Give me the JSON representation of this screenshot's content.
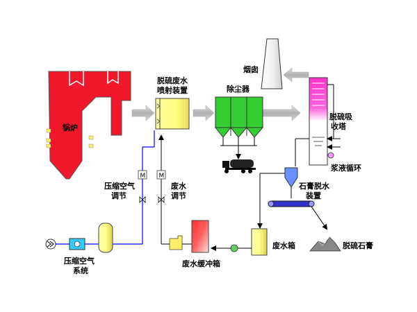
{
  "labels": {
    "boiler": "锅炉",
    "spray_line1": "脱硫废水",
    "spray_line2": "喷射装置",
    "precipitator": "除尘器",
    "chimney": "烟囱",
    "tower_line1": "脱硫吸",
    "tower_line2": "收塔",
    "slurry_loop": "浆液循环",
    "gypsum_line1": "石膏脱水",
    "gypsum_line2": "装置",
    "gypsum": "脱硫石膏",
    "waste_tank": "废水箱",
    "buffer_tank": "废水缓冲箱",
    "air_reg_line1": "压缩空气",
    "air_reg_line2": "调节",
    "water_reg_line1": "废水",
    "water_reg_line2": "调节",
    "air_sys_line1": "压缩空气",
    "air_sys_line2": "系统",
    "meter_symbol": "M"
  },
  "colors": {
    "boiler": "#f0182a",
    "spray": "#ffff99",
    "precipitator": "#33cc33",
    "tower_top": "#ff33cc",
    "tower_body": "#ffffff",
    "tank_yellow": "#ffff99",
    "buffer_top": "#ff2a2a",
    "air_line": "#0000ff",
    "water_line": "#000000",
    "flow_arrow": "#c0c0c0",
    "gypsum_filter": "#3333cc"
  }
}
